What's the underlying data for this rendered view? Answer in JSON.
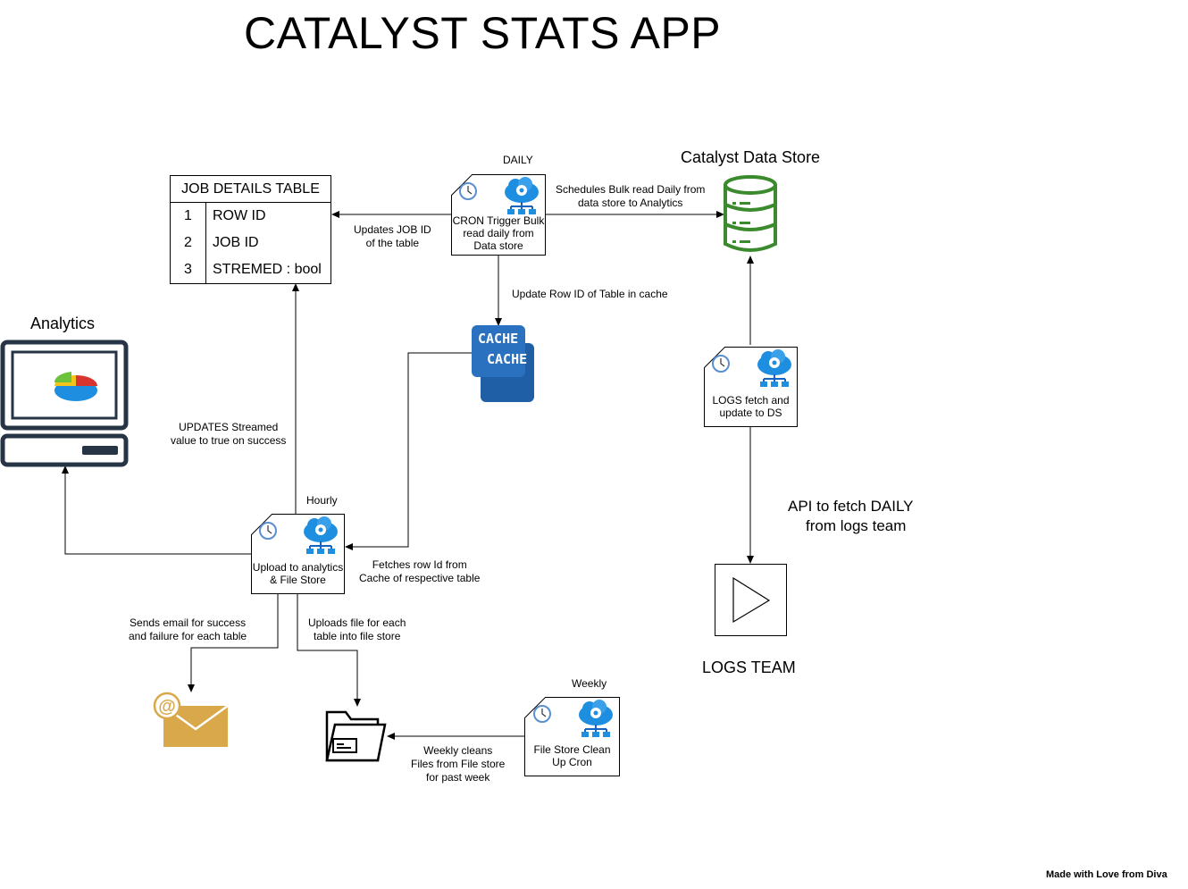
{
  "title": "CATALYST STATS APP",
  "job_table": {
    "header": "JOB DETAILS TABLE",
    "rows": [
      {
        "num": "1",
        "field": "ROW ID"
      },
      {
        "num": "2",
        "field": "JOB ID"
      },
      {
        "num": "3",
        "field": "STREMED : bool"
      }
    ]
  },
  "nodes": {
    "cron_daily": {
      "tag": "DAILY",
      "label_lines": [
        "CRON Trigger Bulk",
        "read daily from",
        "Data store"
      ]
    },
    "upload": {
      "tag": "Hourly",
      "label_lines": [
        "Upload to analytics",
        "& File Store"
      ]
    },
    "logs_fetch": {
      "label_lines": [
        "LOGS fetch and",
        "update to DS"
      ]
    },
    "cleanup": {
      "tag": "Weekly",
      "label_lines": [
        "File Store Clean",
        "Up Cron"
      ]
    }
  },
  "cache": {
    "back_label": "CACHE",
    "front_label": "CACHE"
  },
  "headings": {
    "analytics": "Analytics",
    "data_store": "Catalyst Data Store",
    "logs_team": "LOGS TEAM",
    "api_note": [
      "API to fetch DAILY",
      "from logs team"
    ]
  },
  "edge_labels": {
    "updates_job_id": [
      "Updates JOB ID",
      "of the table"
    ],
    "schedules_bulk": [
      "Schedules Bulk read Daily from",
      "data store  to Analytics"
    ],
    "update_row_id": "Update Row ID of Table in cache",
    "updates_streamed": [
      "UPDATES Streamed",
      "value to true on success"
    ],
    "fetches_row_id": [
      "Fetches row Id from",
      "Cache  of respective table"
    ],
    "sends_email": [
      "Sends email for success",
      "and failure for each table"
    ],
    "uploads_file": [
      "Uploads file for each",
      "table into file store"
    ],
    "weekly_cleans": [
      "Weekly cleans",
      "Files from File store",
      "for past week"
    ]
  },
  "footer": "Made with Love from Diva",
  "colors": {
    "cloud": "#1e8fe0",
    "cloud_dark": "#1565c0",
    "data_store": "#3b8a2e",
    "cache": "#1f5fa6",
    "email": "#d9a84a",
    "monitor": "#263445"
  },
  "icons": [
    "clock-icon",
    "cloud-gear-icon",
    "database-icon",
    "cache-icon",
    "monitor-pie-chart-icon",
    "email-icon",
    "folder-icon",
    "play-icon"
  ]
}
